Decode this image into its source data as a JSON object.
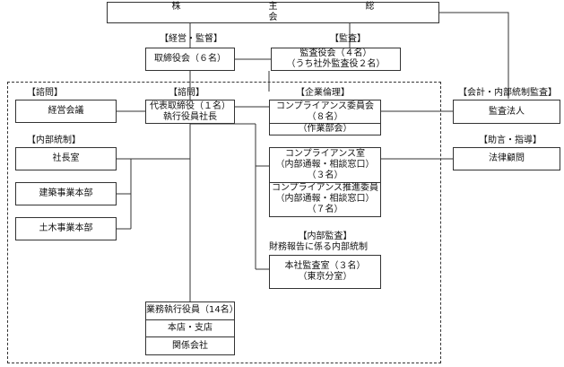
{
  "shareholders_meeting": "株　主　総　会",
  "labels": {
    "management_supervision": "【経営・監督】",
    "audit": "【監査】",
    "advisory_left": "【諮問】",
    "advisory_center": "【諮問】",
    "corporate_ethics": "【企業倫理】",
    "accounting_audit": "【会計・内部統制監査】",
    "internal_control": "【内部統制】",
    "advice_guidance": "【助言・指導】",
    "internal_audit_1": "【内部監査】",
    "internal_audit_2": "財務報告に係る内部統制"
  },
  "boxes": {
    "board": "取締役会（６名）",
    "audit_board": [
      "監査役会（４名）",
      "（うち社外監査役２名）"
    ],
    "management_council": "経営会議",
    "representative": [
      "代表取締役（１名）",
      "執行役員社長"
    ],
    "compliance_committee": [
      "コンプライアンス委員会",
      "（８名）"
    ],
    "working_group": "（作業部会）",
    "audit_firm": "監査法人",
    "president_office": "社長室",
    "construction_division": "建築事業本部",
    "civil_division": "土木事業本部",
    "legal_advisor": "法律顧問",
    "compliance_office": [
      "コンプライアンス室",
      "（内部通報・相談窓口）",
      "（３名）"
    ],
    "compliance_promoters": [
      "コンプライアンス推進委員",
      "（内部通報・相談窓口）",
      "（７名）"
    ],
    "internal_audit_office": [
      "本社監査室（３名）",
      "（東京分室）"
    ],
    "executive_officers": "業務執行役員（14名）",
    "head_office_branches": "本店・支店",
    "affiliates": "関係会社"
  }
}
